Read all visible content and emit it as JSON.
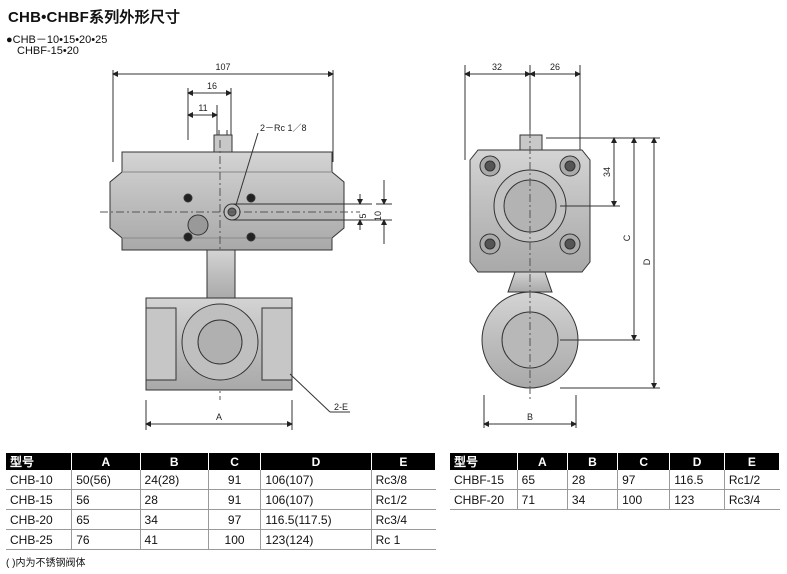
{
  "title": "CHB•CHBF系列外形尺寸",
  "subtitle_line1": "●CHB－10•15•20•25",
  "subtitle_line2": "CHBF-15•20",
  "drawing": {
    "front_dims": {
      "width": "107",
      "offset16": "16",
      "offset11": "11",
      "port_label": "2－Rc 1／8",
      "dim5": "5",
      "dim10": "10",
      "dim_a": "A",
      "dim_2e": "2-E"
    },
    "side_dims": {
      "dim32": "32",
      "dim26": "26",
      "dim34": "34",
      "dim_c": "C",
      "dim_d": "D",
      "dim_b": "B"
    }
  },
  "table_left": {
    "headers": [
      "型号",
      "A",
      "B",
      "C",
      "D",
      "E"
    ],
    "rows": [
      [
        "CHB-10",
        "50(56)",
        "24(28)",
        "91",
        "106(107)",
        "Rc3/8"
      ],
      [
        "CHB-15",
        "56",
        "28",
        "91",
        "106(107)",
        "Rc1/2"
      ],
      [
        "CHB-20",
        "65",
        "34",
        "97",
        "116.5(117.5)",
        "Rc3/4"
      ],
      [
        "CHB-25",
        "76",
        "41",
        "100",
        "123(124)",
        "Rc 1"
      ]
    ]
  },
  "table_right": {
    "headers": [
      "型号",
      "A",
      "B",
      "C",
      "D",
      "E"
    ],
    "rows": [
      [
        "CHBF-15",
        "65",
        "28",
        "97",
        "116.5",
        "Rc1/2"
      ],
      [
        "CHBF-20",
        "71",
        "34",
        "100",
        "123",
        "Rc3/4"
      ]
    ]
  },
  "note": "(  )内为不锈钢阀体"
}
